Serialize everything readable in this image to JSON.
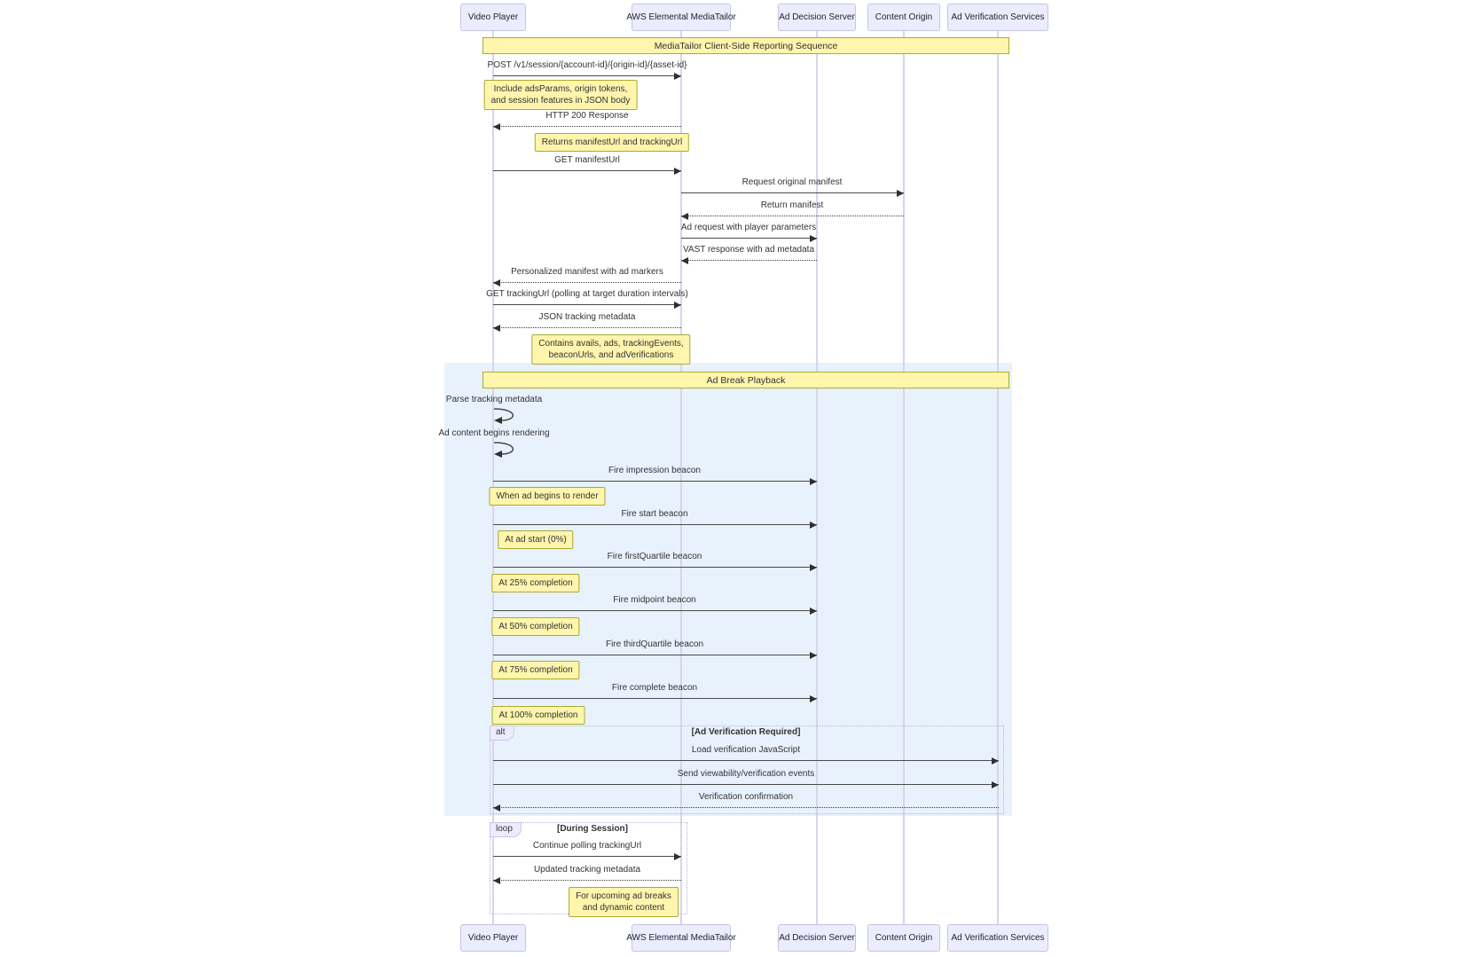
{
  "participants": [
    {
      "label": "Video Player"
    },
    {
      "label": "AWS Elemental MediaTailor"
    },
    {
      "label": "Ad Decision Server"
    },
    {
      "label": "Content Origin"
    },
    {
      "label": "Ad Verification Services"
    }
  ],
  "banners": {
    "reporting_sequence": "MediaTailor Client-Side Reporting Sequence",
    "ad_break_playback": "Ad Break Playback"
  },
  "messages": [
    {
      "label": "POST /v1/session/{account-id}/{origin-id}/{asset-id}",
      "from": "Video Player",
      "to": "AWS Elemental MediaTailor",
      "style": "solid"
    },
    {
      "label": "HTTP 200 Response",
      "from": "AWS Elemental MediaTailor",
      "to": "Video Player",
      "style": "dashed"
    },
    {
      "label": "GET manifestUrl",
      "from": "Video Player",
      "to": "AWS Elemental MediaTailor",
      "style": "solid"
    },
    {
      "label": "Request original manifest",
      "from": "AWS Elemental MediaTailor",
      "to": "Content Origin",
      "style": "solid"
    },
    {
      "label": "Return manifest",
      "from": "Content Origin",
      "to": "AWS Elemental MediaTailor",
      "style": "dashed"
    },
    {
      "label": "Ad request with player parameters",
      "from": "AWS Elemental MediaTailor",
      "to": "Ad Decision Server",
      "style": "solid"
    },
    {
      "label": "VAST response with ad metadata",
      "from": "Ad Decision Server",
      "to": "AWS Elemental MediaTailor",
      "style": "dashed"
    },
    {
      "label": "Personalized manifest with ad markers",
      "from": "AWS Elemental MediaTailor",
      "to": "Video Player",
      "style": "dashed"
    },
    {
      "label": "GET trackingUrl (polling at target duration intervals)",
      "from": "Video Player",
      "to": "AWS Elemental MediaTailor",
      "style": "solid"
    },
    {
      "label": "JSON tracking metadata",
      "from": "AWS Elemental MediaTailor",
      "to": "Video Player",
      "style": "dashed"
    },
    {
      "label": "Fire impression beacon",
      "from": "Video Player",
      "to": "Ad Decision Server",
      "style": "solid"
    },
    {
      "label": "Fire start beacon",
      "from": "Video Player",
      "to": "Ad Decision Server",
      "style": "solid"
    },
    {
      "label": "Fire firstQuartile beacon",
      "from": "Video Player",
      "to": "Ad Decision Server",
      "style": "solid"
    },
    {
      "label": "Fire midpoint beacon",
      "from": "Video Player",
      "to": "Ad Decision Server",
      "style": "solid"
    },
    {
      "label": "Fire thirdQuartile beacon",
      "from": "Video Player",
      "to": "Ad Decision Server",
      "style": "solid"
    },
    {
      "label": "Fire complete beacon",
      "from": "Video Player",
      "to": "Ad Decision Server",
      "style": "solid"
    },
    {
      "label": "Load verification JavaScript",
      "from": "Video Player",
      "to": "Ad Verification Services",
      "style": "solid"
    },
    {
      "label": "Send viewability/verification events",
      "from": "Video Player",
      "to": "Ad Verification Services",
      "style": "solid"
    },
    {
      "label": "Verification confirmation",
      "from": "Ad Verification Services",
      "to": "Video Player",
      "style": "dashed"
    },
    {
      "label": "Continue polling trackingUrl",
      "from": "Video Player",
      "to": "AWS Elemental MediaTailor",
      "style": "solid"
    },
    {
      "label": "Updated tracking metadata",
      "from": "AWS Elemental MediaTailor",
      "to": "Video Player",
      "style": "dashed"
    }
  ],
  "self_messages": [
    {
      "label": "Parse tracking metadata",
      "on": "Video Player"
    },
    {
      "label": "Ad content begins rendering",
      "on": "Video Player"
    }
  ],
  "notes": [
    {
      "text": "Include adsParams, origin tokens,\nand session features in JSON body"
    },
    {
      "text": "Returns manifestUrl and trackingUrl"
    },
    {
      "text": "Contains avails, ads, trackingEvents,\nbeaconUrls, and adVerifications"
    },
    {
      "text": "When ad begins to render"
    },
    {
      "text": "At ad start (0%)"
    },
    {
      "text": "At 25% completion"
    },
    {
      "text": "At 50% completion"
    },
    {
      "text": "At 75% completion"
    },
    {
      "text": "At 100% completion"
    },
    {
      "text": "For upcoming ad breaks\nand dynamic content"
    }
  ],
  "frames": {
    "alt": {
      "tag": "alt",
      "condition": "[Ad Verification Required]"
    },
    "loop": {
      "tag": "loop",
      "condition": "[During Session]"
    }
  },
  "colors": {
    "actor_fill": "#ececff",
    "actor_border": "#c5c5e0",
    "note_fill": "#fff5ad",
    "note_border": "#aaaa33",
    "highlight_background": "#e8f2fc",
    "arrow": "#4a4a4a",
    "lifeline": "#d5d5ec",
    "frame_border": "#b5b5d8",
    "text": "#333333"
  }
}
